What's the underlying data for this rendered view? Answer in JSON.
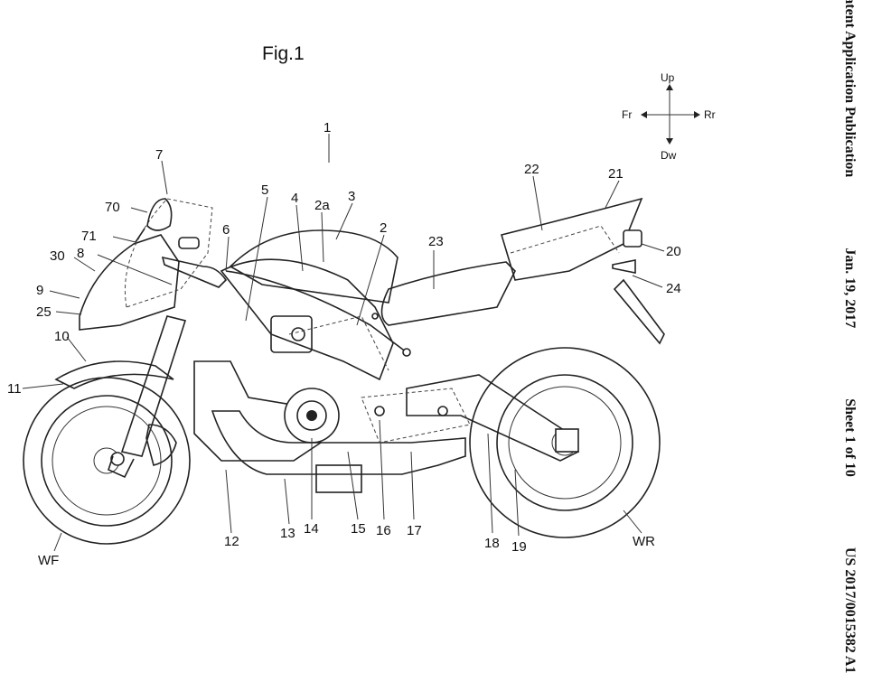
{
  "figure": {
    "title": "Fig.1"
  },
  "header": {
    "publication": "Patent Application Publication",
    "date": "Jan. 19, 2017",
    "sheet": "Sheet 1 of 10",
    "number": "US 2017/0015382 A1"
  },
  "directions": {
    "up": "Up",
    "down": "Dw",
    "front": "Fr",
    "rear": "Rr"
  },
  "labels": {
    "l1": "1",
    "l2": "2",
    "l2a": "2a",
    "l3": "3",
    "l4": "4",
    "l5": "5",
    "l6": "6",
    "l7": "7",
    "l8": "8",
    "l9": "9",
    "l10": "10",
    "l11": "11",
    "l12": "12",
    "l13": "13",
    "l14": "14",
    "l15": "15",
    "l16": "16",
    "l17": "17",
    "l18": "18",
    "l19": "19",
    "l20": "20",
    "l21": "21",
    "l22": "22",
    "l23": "23",
    "l24": "24",
    "l25": "25",
    "l30": "30",
    "l70": "70",
    "l71": "71",
    "lWF": "WF",
    "lWR": "WR"
  }
}
